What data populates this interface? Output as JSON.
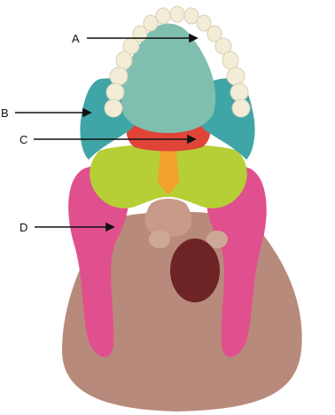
{
  "labels": [
    {
      "id": "A",
      "text": "A"
    },
    {
      "id": "B",
      "text": "B"
    },
    {
      "id": "C",
      "text": "C"
    },
    {
      "id": "D",
      "text": "D"
    }
  ],
  "colors": {
    "background": "#ffffff",
    "teeth": "#f3ecd6",
    "palate_maxilla": "#7fbfb0",
    "zygomatic": "#3fa5a6",
    "palatine": "#e04438",
    "vomer": "#f2a02e",
    "sphenoid": "#b6cf36",
    "temporal": "#e0508e",
    "occipital": "#b88a7b",
    "foramen_magnum": "#6e2424",
    "leader_line": "#111111"
  },
  "icons": [
    "skull-base-illustration"
  ]
}
